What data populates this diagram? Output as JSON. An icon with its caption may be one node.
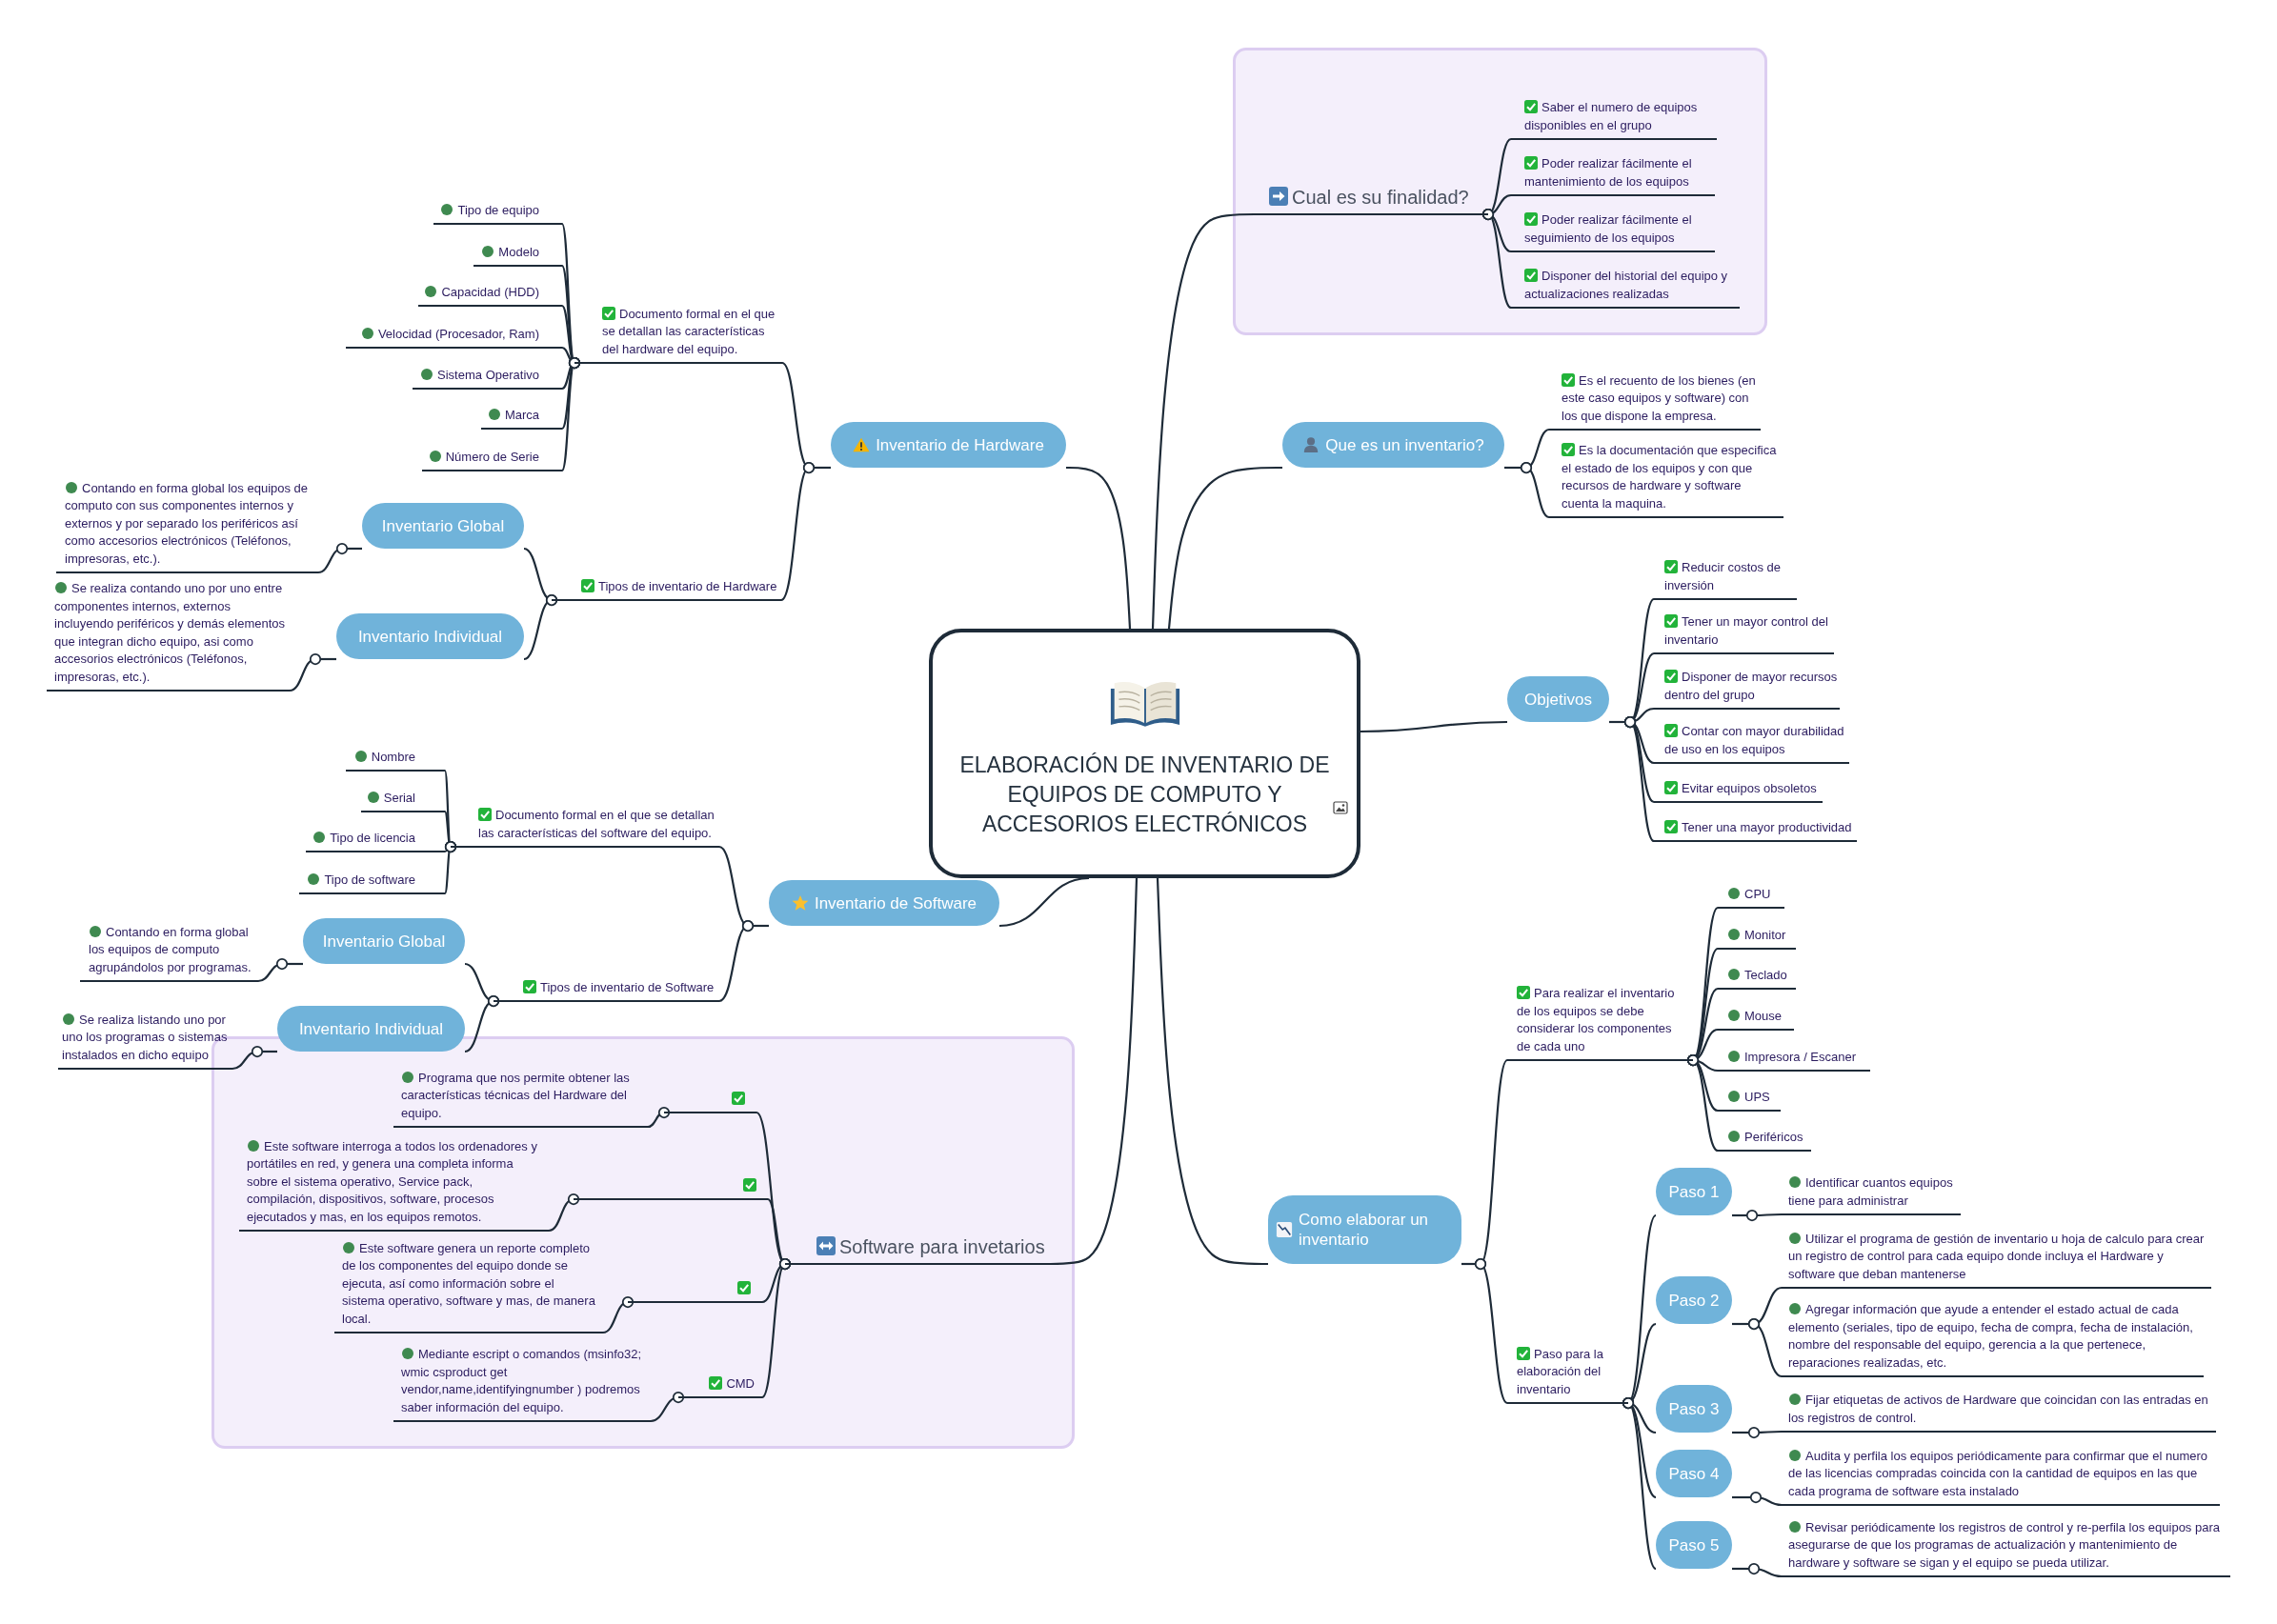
{
  "diagram": {
    "nodes": [
      {
        "text": [
          "ELABORACIÓN DE INVENTARIO DE EQUIPOS DE COMPUTO Y ACCESORIOS ELECTRÓNICOS"
        ]
      },
      {
        "text": [],
        "shape": "box"
      },
      {
        "text": [
          "Cual es su finalidad?"
        ],
        "in": 1
      },
      {
        "text": [
          "Saber el numero de equipos disponibles en el grupo"
        ],
        "in": 1
      },
      {
        "text": [
          "Poder realizar fácilmente el mantenimiento de los equipos"
        ],
        "in": 1
      },
      {
        "text": [
          "Poder realizar fácilmente el seguimiento de los equipos"
        ],
        "in": 1
      },
      {
        "text": [
          "Disponer del historial del equipo y actualizaciones realizadas"
        ],
        "in": 1
      },
      {
        "text": [
          "Que es un inventario?"
        ]
      },
      {
        "text": [
          "Es el recuento de los bienes (en este caso equipos y software) con los que dispone la empresa."
        ]
      },
      {
        "text": [
          "Es la documentación que especifica el estado de los equipos y con que recursos de hardware y software cuenta la maquina."
        ]
      },
      {
        "text": [
          "Objetivos"
        ]
      },
      {
        "text": [
          "Reducir costos de inversión"
        ]
      },
      {
        "text": [
          "Tener un mayor control del inventario"
        ]
      },
      {
        "text": [
          "Disponer de mayor recursos dentro del grupo"
        ]
      },
      {
        "text": [
          "Contar con mayor durabilidad de uso en los equipos"
        ]
      },
      {
        "text": [
          "Evitar equipos obsoletos"
        ]
      },
      {
        "text": [
          "Tener una mayor productividad"
        ]
      },
      {
        "text": [
          "Como elaborar un inventario"
        ]
      },
      {
        "text": [
          "Para realizar el inventario de los equipos se debe considerar los componentes de cada uno"
        ]
      },
      {
        "text": [
          "CPU"
        ]
      },
      {
        "text": [
          "Monitor"
        ]
      },
      {
        "text": [
          "Teclado"
        ]
      },
      {
        "text": [
          "Mouse"
        ]
      },
      {
        "text": [
          "Impresora / Escaner"
        ]
      },
      {
        "text": [
          "UPS"
        ]
      },
      {
        "text": [
          "Periféricos"
        ]
      },
      {
        "text": [
          "Paso para la elaboración del inventario"
        ]
      },
      {
        "text": [
          "Paso 1"
        ]
      },
      {
        "text": [
          "Identificar cuantos equipos tiene para administrar"
        ]
      },
      {
        "text": [
          "Paso 2"
        ]
      },
      {
        "text": [
          "Utilizar el programa de gestión de inventario u hoja de calculo para crear un registro de control para cada equipo donde incluya el Hardware y software que deban mantenerse"
        ]
      },
      {
        "text": [
          "Agregar información que ayude a entender el estado actual de cada elemento (seriales, tipo de equipo, fecha de compra, fecha de instalación, nombre del responsable del equipo, gerencia a la que pertenece, reparaciones realizadas, etc."
        ]
      },
      {
        "text": [
          "Paso 3"
        ]
      },
      {
        "text": [
          "Fijar etiquetas de activos de Hardware que coincidan con las entradas en los registros de control."
        ]
      },
      {
        "text": [
          "Paso 4"
        ]
      },
      {
        "text": [
          "Audita y perfila los equipos periódicamente para confirmar que el numero de las licencias compradas coincida con la cantidad de equipos en las que cada programa de software esta instalado"
        ]
      },
      {
        "text": [
          "Paso 5"
        ]
      },
      {
        "text": [
          "Revisar periódicamente los registros de control y re-perfila los equipos para asegurarse de que los programas de actualización y mantenimiento de hardware y software se sigan y el equipo se pueda utilizar."
        ]
      },
      {
        "text": [
          "Inventario de Hardware"
        ]
      },
      {
        "text": [
          "Documento formal en el que se detallan las características del hardware del equipo."
        ]
      },
      {
        "text": [
          "Tipo de equipo"
        ]
      },
      {
        "text": [
          "Modelo"
        ]
      },
      {
        "text": [
          "Capacidad (HDD)"
        ]
      },
      {
        "text": [
          "Velocidad (Procesador, Ram)"
        ]
      },
      {
        "text": [
          "Sistema Operativo"
        ]
      },
      {
        "text": [
          "Marca"
        ]
      },
      {
        "text": [
          "Número de Serie"
        ]
      },
      {
        "text": [
          "Tipos de inventario de Hardware"
        ]
      },
      {
        "text": [
          "Inventario Global"
        ]
      },
      {
        "text": [
          "Contando en forma global los equipos de computo con sus componentes internos y externos y por separado los periféricos así como accesorios electrónicos (Teléfonos, impresoras, etc.)."
        ]
      },
      {
        "text": [
          "Inventario Individual"
        ]
      },
      {
        "text": [
          "Se realiza contando uno por uno entre componentes internos, externos incluyendo periféricos y demás elementos que integran dicho equipo, asi como accesorios electrónicos (Teléfonos, impresoras, etc.)."
        ]
      },
      {
        "text": [
          "Inventario de Software"
        ]
      },
      {
        "text": [
          "Documento formal en el que se detallan las características del software del equipo."
        ]
      },
      {
        "text": [
          "Nombre"
        ]
      },
      {
        "text": [
          "Serial"
        ]
      },
      {
        "text": [
          "Tipo de licencia"
        ]
      },
      {
        "text": [
          "Tipo de software"
        ]
      },
      {
        "text": [
          "Tipos de inventario de Software"
        ]
      },
      {
        "text": [
          "Inventario Global"
        ]
      },
      {
        "text": [
          "Contando en forma global los equipos de computo agrupándolos por programas."
        ]
      },
      {
        "text": [
          "Inventario Individual"
        ]
      },
      {
        "text": [
          "Se realiza listando uno por uno los programas o sistemas instalados en dicho equipo"
        ]
      },
      {
        "text": [],
        "shape": "box"
      },
      {
        "text": [
          "Software para invetarios"
        ],
        "in": 63
      },
      {
        "text": [],
        "shape": "line",
        "in": 63
      },
      {
        "text": [
          "Programa que nos permite obtener las características técnicas del Hardware del equipo."
        ],
        "in": 63
      },
      {
        "text": [],
        "shape": "line",
        "in": 63
      },
      {
        "text": [
          "Este software interroga a todos los ordenadores y portátiles en red, y genera una completa informa sobre el sistema operativo, Service pack, compilación, dispositivos, software, procesos ejecutados y mas, en los equipos remotos."
        ],
        "in": 63
      },
      {
        "text": [],
        "shape": "line",
        "in": 63
      },
      {
        "text": [
          "Este software genera un reporte completo de los componentes del equipo donde se ejecuta, así como información sobre el sistema operativo, software y mas, de manera local."
        ],
        "in": 63
      },
      {
        "text": [
          "CMD"
        ],
        "in": 63
      },
      {
        "text": [
          "Mediante escript o comandos (msinfo32; wmic csproduct get vendor,name,identifyingnumber ) podremos saber información del equipo."
        ],
        "in": 63
      }
    ],
    "edges": [
      {
        "from": 0,
        "to": 2,
        "arrow": "none"
      },
      {
        "from": 0,
        "to": 7,
        "arrow": "none"
      },
      {
        "from": 0,
        "to": 10,
        "arrow": "none"
      },
      {
        "from": 0,
        "to": 17,
        "arrow": "none"
      },
      {
        "from": 0,
        "to": 38,
        "arrow": "none"
      },
      {
        "from": 0,
        "to": 52,
        "arrow": "none"
      },
      {
        "from": 0,
        "to": 64,
        "arrow": "none"
      },
      {
        "from": 2,
        "to": 3,
        "arrow": "other"
      },
      {
        "from": 2,
        "to": 4,
        "arrow": "other"
      },
      {
        "from": 2,
        "to": 5,
        "arrow": "other"
      },
      {
        "from": 2,
        "to": 6,
        "arrow": "other"
      },
      {
        "from": 7,
        "to": 8,
        "arrow": "other"
      },
      {
        "from": 7,
        "to": 9,
        "arrow": "other"
      },
      {
        "from": 10,
        "to": 11,
        "arrow": "other"
      },
      {
        "from": 10,
        "to": 12,
        "arrow": "other"
      },
      {
        "from": 10,
        "to": 13,
        "arrow": "other"
      },
      {
        "from": 10,
        "to": 14,
        "arrow": "other"
      },
      {
        "from": 10,
        "to": 15,
        "arrow": "other"
      },
      {
        "from": 10,
        "to": 16,
        "arrow": "other"
      },
      {
        "from": 17,
        "to": 18,
        "arrow": "other"
      },
      {
        "from": 17,
        "to": 26,
        "arrow": "other"
      },
      {
        "from": 18,
        "to": 19,
        "arrow": "other"
      },
      {
        "from": 18,
        "to": 20,
        "arrow": "other"
      },
      {
        "from": 18,
        "to": 21,
        "arrow": "other"
      },
      {
        "from": 18,
        "to": 22,
        "arrow": "other"
      },
      {
        "from": 18,
        "to": 23,
        "arrow": "other"
      },
      {
        "from": 18,
        "to": 24,
        "arrow": "other"
      },
      {
        "from": 18,
        "to": 25,
        "arrow": "other"
      },
      {
        "from": 26,
        "to": 27,
        "arrow": "other"
      },
      {
        "from": 26,
        "to": 29,
        "arrow": "other"
      },
      {
        "from": 26,
        "to": 32,
        "arrow": "other"
      },
      {
        "from": 26,
        "to": 34,
        "arrow": "other"
      },
      {
        "from": 26,
        "to": 36,
        "arrow": "other"
      },
      {
        "from": 27,
        "to": 28,
        "arrow": "other"
      },
      {
        "from": 29,
        "to": 30,
        "arrow": "other"
      },
      {
        "from": 29,
        "to": 31,
        "arrow": "other"
      },
      {
        "from": 32,
        "to": 33,
        "arrow": "other"
      },
      {
        "from": 34,
        "to": 35,
        "arrow": "other"
      },
      {
        "from": 36,
        "to": 37,
        "arrow": "other"
      },
      {
        "from": 38,
        "to": 39,
        "arrow": "other"
      },
      {
        "from": 38,
        "to": 47,
        "arrow": "other"
      },
      {
        "from": 39,
        "to": 40,
        "arrow": "other"
      },
      {
        "from": 39,
        "to": 41,
        "arrow": "other"
      },
      {
        "from": 39,
        "to": 42,
        "arrow": "other"
      },
      {
        "from": 39,
        "to": 43,
        "arrow": "other"
      },
      {
        "from": 39,
        "to": 44,
        "arrow": "other"
      },
      {
        "from": 39,
        "to": 45,
        "arrow": "other"
      },
      {
        "from": 39,
        "to": 46,
        "arrow": "other"
      },
      {
        "from": 47,
        "to": 48,
        "arrow": "other"
      },
      {
        "from": 47,
        "to": 50,
        "arrow": "other"
      },
      {
        "from": 48,
        "to": 49,
        "arrow": "other"
      },
      {
        "from": 50,
        "to": 51,
        "arrow": "other"
      },
      {
        "from": 52,
        "to": 53,
        "arrow": "other"
      },
      {
        "from": 52,
        "to": 58,
        "arrow": "other"
      },
      {
        "from": 53,
        "to": 54,
        "arrow": "other"
      },
      {
        "from": 53,
        "to": 55,
        "arrow": "other"
      },
      {
        "from": 53,
        "to": 56,
        "arrow": "other"
      },
      {
        "from": 53,
        "to": 57,
        "arrow": "other"
      },
      {
        "from": 58,
        "to": 59,
        "arrow": "other"
      },
      {
        "from": 58,
        "to": 61,
        "arrow": "other"
      },
      {
        "from": 59,
        "to": 60,
        "arrow": "other"
      },
      {
        "from": 61,
        "to": 62,
        "arrow": "other"
      },
      {
        "from": 64,
        "to": 65,
        "arrow": "other"
      },
      {
        "from": 64,
        "to": 67,
        "arrow": "other"
      },
      {
        "from": 64,
        "to": 69,
        "arrow": "other"
      },
      {
        "from": 64,
        "to": 71,
        "arrow": "other"
      },
      {
        "from": 65,
        "to": 66,
        "arrow": "other"
      },
      {
        "from": 67,
        "to": 68,
        "arrow": "other"
      },
      {
        "from": 69,
        "to": 70,
        "arrow": "other"
      },
      {
        "from": 71,
        "to": 72,
        "arrow": "other"
      }
    ]
  }
}
